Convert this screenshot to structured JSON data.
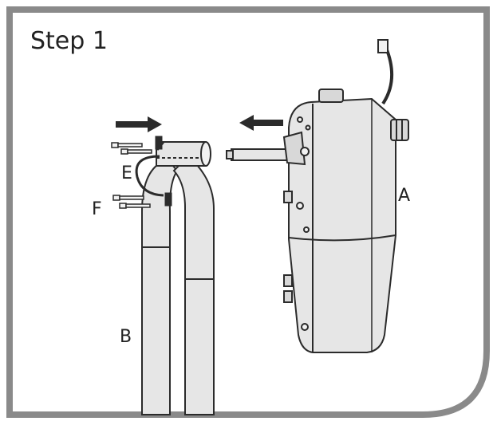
{
  "title": "Step 1",
  "labels": {
    "a": "A",
    "b": "B",
    "e": "E",
    "f": "F"
  },
  "colors": {
    "frame": "#8a8a8a",
    "line": "#2b2b2b",
    "fill_light": "#e6e6e6",
    "fill_mid": "#d8d8d8",
    "background": "#ffffff"
  },
  "icons": [
    "arrow-left-icon",
    "screw-icon",
    "clamp-icon"
  ]
}
